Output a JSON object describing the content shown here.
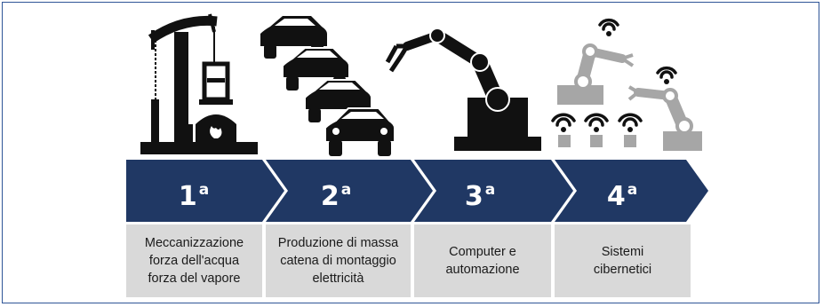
{
  "colors": {
    "arrow": "#203864",
    "box": "#d9d9d9",
    "icon_dark": "#111111",
    "icon_gray": "#a6a6a6",
    "border": "#2f5597"
  },
  "stages": [
    {
      "number": "1",
      "suffix": "a",
      "icon": "steam-engine-icon",
      "lines": [
        "Meccanizzazione",
        "forza dell'acqua",
        "forza del vapore"
      ]
    },
    {
      "number": "2",
      "suffix": "a",
      "icon": "car-assembly-line-icon",
      "lines": [
        "Produzione di massa",
        "catena di montaggio",
        "elettricità"
      ]
    },
    {
      "number": "3",
      "suffix": "a",
      "icon": "robot-arm-icon",
      "lines": [
        "Computer e",
        "automazione"
      ]
    },
    {
      "number": "4",
      "suffix": "a",
      "icon": "connected-robots-icon",
      "lines": [
        "Sistemi",
        "cibernetici"
      ]
    }
  ]
}
